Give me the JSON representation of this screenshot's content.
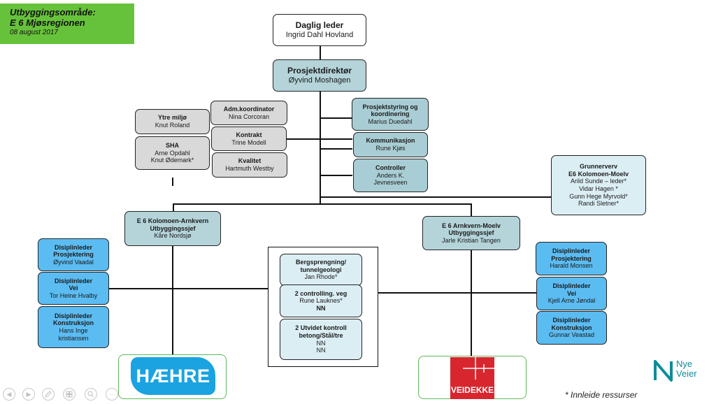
{
  "header": {
    "line1": "Utbyggingsområde:",
    "line2": "E 6 Mjøsregionen",
    "date": "08 august 2017"
  },
  "boxes": {
    "daglig_leder": {
      "title": "Daglig leder",
      "name": "Ingrid Dahl Hovland"
    },
    "prosjektdirektor": {
      "title": "Prosjektdirektør",
      "name": "Øyvind Moshagen"
    },
    "ytre_miljo": {
      "title": "Ytre miljø",
      "name": "Knut Roland"
    },
    "sha": {
      "title": "SHA",
      "name1": "Arne Opdahl",
      "name2": "Knut Ødemark*"
    },
    "adm_koordinator": {
      "title": "Adm.koordinator",
      "name": "Nina Corcoran"
    },
    "kontrakt": {
      "title": "Kontrakt",
      "name": "Trine Modell"
    },
    "kvalitet": {
      "title": "Kvalitet",
      "name": "Hartmuth Westby"
    },
    "prosjektstyring": {
      "title1": "Prosjektstyring og",
      "title2": "koordinering",
      "name": "Marius Duedahl"
    },
    "kommunikasjon": {
      "title": "Kommunikasjon",
      "name": "Rune Kjøs"
    },
    "controller": {
      "title": "Controller",
      "name1": "Anders K.",
      "name2": "Jevnesveen"
    },
    "grunnerverv": {
      "title1": "Grunnerverv",
      "title2": "E6 Kolomoen-Moelv",
      "n1": "Arild Sunde – leder*",
      "n2": "Vidar Hagen *",
      "n3": "Gunn Hege Myrvold*",
      "n4": "Randi Sletner*"
    },
    "kolomoen_arnkvern": {
      "title1": "E 6 Kolomoen-Arnkvern",
      "title2": "Utbyggingssjef",
      "name": "Kåre Nordsjø"
    },
    "arnkvern_moelv": {
      "title1": "E 6 Arnkvern-Moelv",
      "title2": "Utbyggingssjef",
      "name": "Jarle Kristian Tangen"
    },
    "left_prosjektering": {
      "title1": "Disiplinleder",
      "title2": "Prosjektering",
      "name": "Øyvind Vaadal"
    },
    "left_vei": {
      "title1": "Disiplinleder",
      "title2": "Vei",
      "name": "Tor Heine Hvalby"
    },
    "left_konstruksjon": {
      "title1": "Disiplinleder",
      "title2": "Konstruksjon",
      "name1": "Hans Inge",
      "name2": "kristiansen"
    },
    "right_prosjektering": {
      "title1": "Disiplinleder",
      "title2": "Prosjektering",
      "name": "Harald Monsen"
    },
    "right_vei": {
      "title1": "Disiplinleder",
      "title2": "Vei",
      "name": "Kjell Arne Jøndal"
    },
    "right_konstruksjon": {
      "title1": "Disiplinleder",
      "title2": "Konstruksjon",
      "name": "Gunnar Veastad"
    },
    "bergsprengning": {
      "title1": "Bergsprengning/",
      "title2": "tunnelgeologi",
      "name": "Jan Rhode*"
    },
    "controlling_veg": {
      "title": "2 controlling. veg",
      "name1": "Rune Lauknes*",
      "name2": "NN"
    },
    "utvidet_kontroll": {
      "title1": "2 Utvidet kontroll",
      "title2": "betong/Stål/tre",
      "name1": "NN",
      "name2": "NN"
    }
  },
  "logos": {
    "haehre": "HÆHRE",
    "veidekke": "VEIDEKKE",
    "nye_veier_1": "Nye",
    "nye_veier_2": "Veier"
  },
  "footnote": "* Innleide ressurser",
  "colors": {
    "title_green": "#67c23b",
    "teal_box": "#b4d4da",
    "gray_box": "#d9d9d9",
    "blue_box": "#5bbcf2",
    "light_blue_box": "#dbeef4",
    "haehre_blue": "#1aa3e0",
    "veidekke_red": "#d8262e",
    "nye_veier_teal": "#0c8c99"
  }
}
